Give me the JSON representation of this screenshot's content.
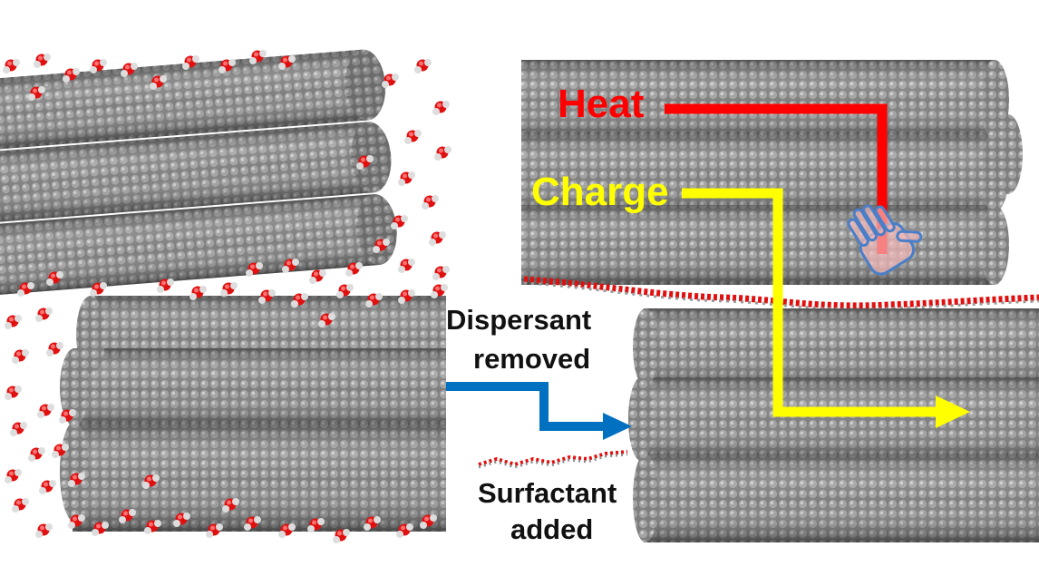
{
  "labels": {
    "heat": "Heat",
    "charge": "Charge",
    "dispersant_line1": "Dispersant",
    "dispersant_line2": "removed",
    "surfactant_line1": "Surfactant",
    "surfactant_line2": "added"
  },
  "colors": {
    "heat": "#ff0000",
    "charge": "#ffff00",
    "process_arrow": "#0070c0",
    "carbon": "#8c8c8c",
    "oxygen": "#e01010",
    "hand_icon": "#4a7fc8"
  },
  "icons": [
    "hand-icon"
  ]
}
